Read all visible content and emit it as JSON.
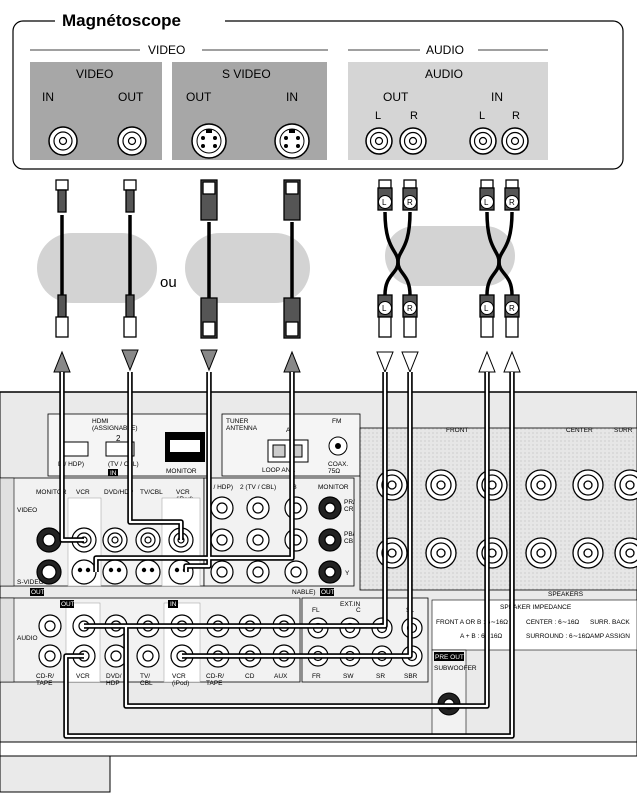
{
  "device": {
    "title": "Magnétoscope",
    "video_group": "VIDEO",
    "audio_group": "AUDIO",
    "video_label": "VIDEO",
    "svideo_label": "S VIDEO",
    "audio_label": "AUDIO",
    "in": "IN",
    "out": "OUT",
    "left": "L",
    "right": "R"
  },
  "or_label": "ou",
  "cable_plug_left": "L",
  "cable_plug_right": "R",
  "receiver": {
    "hdmi_label": "HDMI\n(ASSIGNABLE)",
    "hdmi_port_2": "2",
    "hdmi_port_1_label": "D / HDP)",
    "hdmi_port_2_label": "(TV / CBL)",
    "in_badge": "IN",
    "out_badge": "OUT",
    "monitor_label": "MONITOR",
    "tuner_label": "TUNER\nANTENNA",
    "am_label": "A",
    "fm_label": "FM",
    "loop_ant_label": "LOOP ANT.",
    "coax_label": "COAX.\n75Ω",
    "component_header_1": "D / HDP)",
    "component_header_2": "2 (TV / CBL)",
    "component_header_3": "3",
    "component_monitor": "MONITOR",
    "assignable_label": "NABLE)",
    "y_label": "Y",
    "pb_label": "PB/\nCB",
    "pr_label": "PR/\nCR",
    "monitor_col": "MONITOR",
    "vcr_col": "VCR",
    "dvd_col": "DVD/HDP",
    "tv_col": "TV/CBL",
    "vcr_ipod_col": "VCR\n(iPod)",
    "video_row": "VIDEO",
    "svideo_row": "S-VIDEO",
    "audio_row": "AUDIO",
    "audio_labels": [
      "CD-R/\nTAPE",
      "VCR",
      "DVD/\nHDP",
      "TV/\nCBL",
      "VCR\n(iPod)",
      "CD-R/\nTAPE",
      "CD",
      "AUX"
    ],
    "ext_in_label": "EXT.IN",
    "ext_in_cols": [
      "FL",
      "C",
      "SL"
    ],
    "ext_in_cols_2": [
      "FR",
      "SW",
      "SR",
      "SBR"
    ],
    "speakers_label": "SPEAKERS",
    "front_label": "FRONT",
    "center_label": "CENTER",
    "surr_label": "SURR",
    "speaker_impedance": "SPEAKER IMPEDANCE",
    "impedance_lines": [
      "FRONT  A OR B  : 6∼16Ω",
      "A + B  : 6∼16Ω",
      "CENTER  : 6∼16Ω",
      "SURROUND : 6∼16Ω",
      "SURR. BACK",
      "AMP ASSIGN"
    ],
    "pre_out_label": "PRE OUT",
    "subwoofer_label": "SUBWOOFER"
  }
}
